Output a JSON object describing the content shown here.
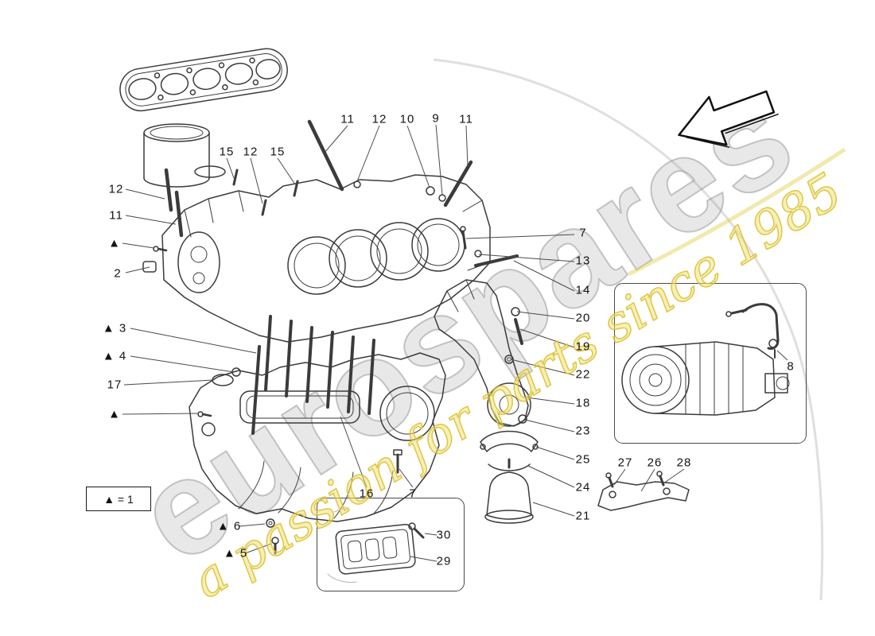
{
  "watermark": {
    "brand": "eurospares",
    "tagline": "a passion for parts since 1985",
    "brand_color": "#969696",
    "tagline_color": "#e3cf4b"
  },
  "legend": {
    "text": "▲ = 1"
  },
  "callouts": [
    {
      "label": "11"
    },
    {
      "label": "12"
    },
    {
      "label": "10"
    },
    {
      "label": "9"
    },
    {
      "label": "11"
    },
    {
      "label": "15"
    },
    {
      "label": "12"
    },
    {
      "label": "15"
    },
    {
      "label": "12"
    },
    {
      "label": "11"
    },
    {
      "label": "▲"
    },
    {
      "label": "2"
    },
    {
      "label": "▲ 3"
    },
    {
      "label": "▲ 4"
    },
    {
      "label": "17"
    },
    {
      "label": "▲"
    },
    {
      "label": "7"
    },
    {
      "label": "13"
    },
    {
      "label": "14"
    },
    {
      "label": "20"
    },
    {
      "label": "19"
    },
    {
      "label": "22"
    },
    {
      "label": "18"
    },
    {
      "label": "23"
    },
    {
      "label": "25"
    },
    {
      "label": "24"
    },
    {
      "label": "21"
    },
    {
      "label": "16"
    },
    {
      "label": "7"
    },
    {
      "label": "30"
    },
    {
      "label": "29"
    },
    {
      "label": "27"
    },
    {
      "label": "26"
    },
    {
      "label": "28"
    },
    {
      "label": "8"
    },
    {
      "label": "▲ 6"
    },
    {
      "label": "▲ 5"
    }
  ]
}
